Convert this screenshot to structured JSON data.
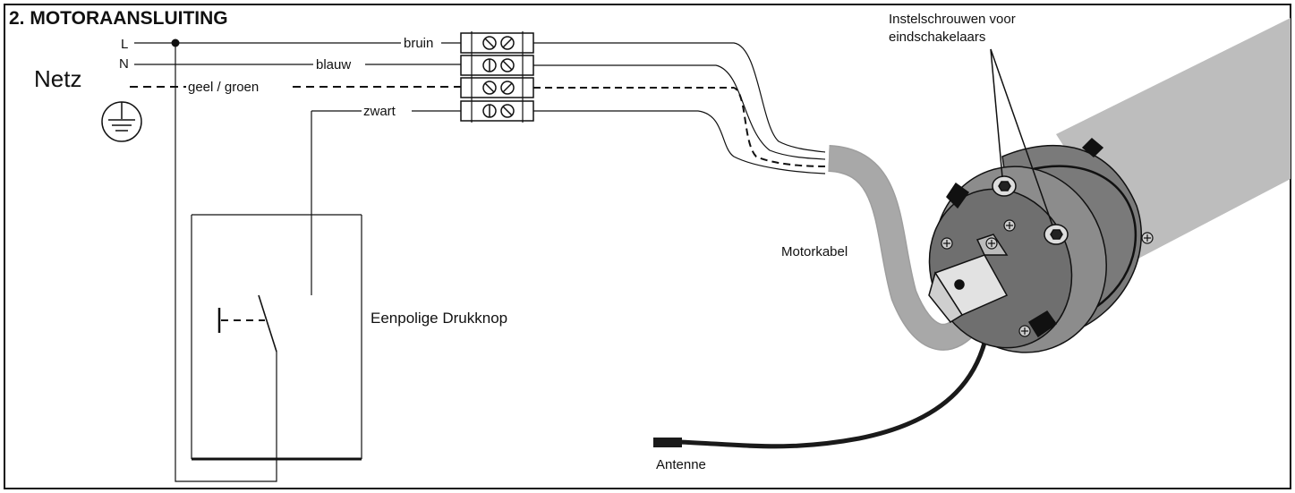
{
  "title": "2. MOTORAANSLUITING",
  "mains": {
    "label": "Netz",
    "line_L": "L",
    "line_N": "N"
  },
  "wires": {
    "brown": "bruin",
    "blue": "blauw",
    "earth": "geel / groen",
    "black": "zwart"
  },
  "switch_label": "Eenpolige Drukknop",
  "motor": {
    "cable_label": "Motorkabel",
    "screws_label_line1": "Instelschrouwen voor",
    "screws_label_line2": "eindschakelaars",
    "antenna_label": "Antenne"
  },
  "colors": {
    "line": "#111111",
    "cable": "#a8a8a8",
    "tube": "#bdbdbd",
    "motor_head": "#8c8c8c"
  }
}
